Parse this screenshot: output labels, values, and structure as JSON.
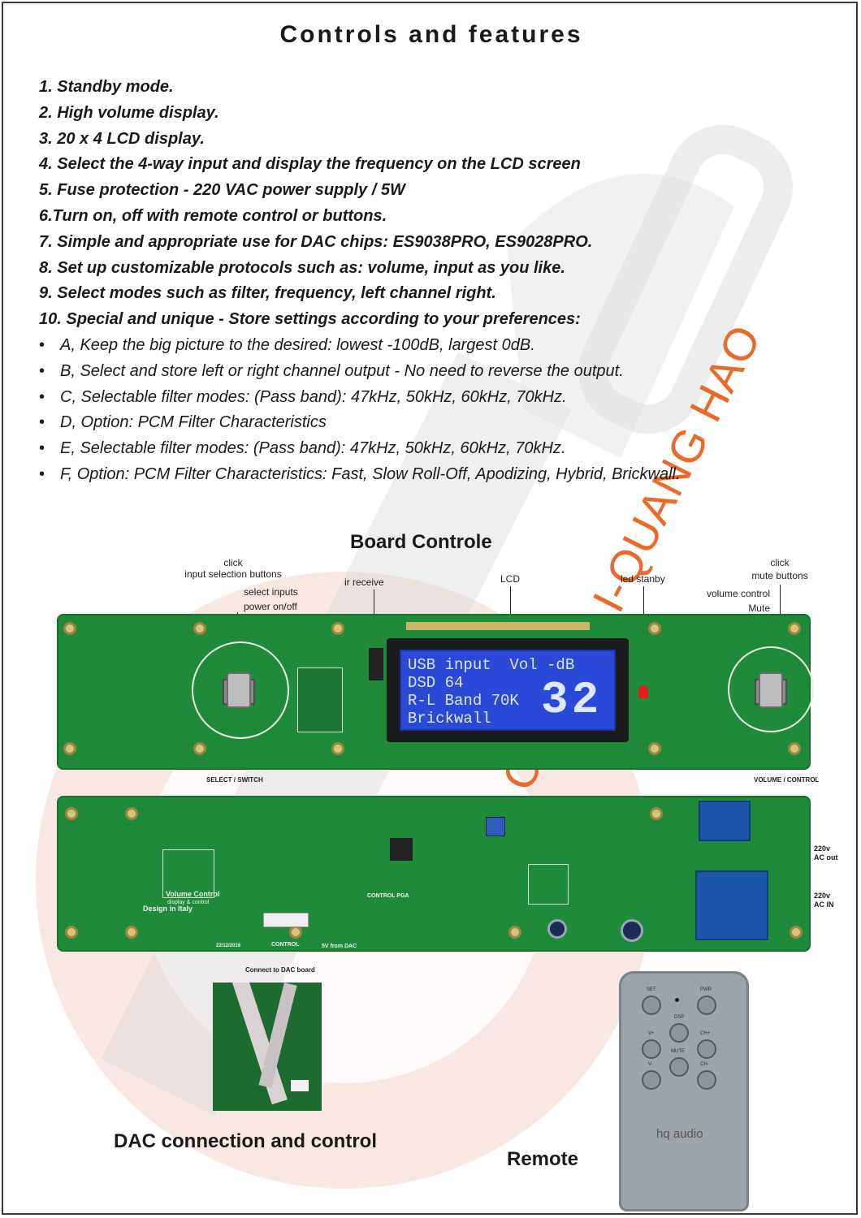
{
  "title": "Controls and features",
  "features": [
    "1. Standby mode.",
    "2. High volume display.",
    "3. 20 x 4 LCD display.",
    "4. Select the 4-way input and display the frequency on the LCD screen",
    "5. Fuse protection -  220 VAC power supply / 5W",
    "6.Turn on, off with remote control or buttons.",
    "7. Simple and appropriate use for DAC chips: ES9038PRO, ES9028PRO.",
    "8. Set up customizable protocols such as: volume, input as you like.",
    "9. Select modes such as filter, frequency, left channel right.",
    "10. Special and unique - Store settings according to your preferences:"
  ],
  "sub_features": [
    "A, Keep the big picture to the desired: lowest -100dB, largest 0dB.",
    "B, Select and store left or right channel output - No need to reverse the output.",
    "C, Selectable filter modes: (Pass band): 47kHz, 50kHz, 60kHz, 70kHz.",
    "D, Option: PCM Filter Characteristics",
    "E, Selectable filter modes: (Pass band): 47kHz, 50kHz, 60kHz, 70kHz.",
    "F, Option: PCM Filter Characteristics: Fast, Slow Roll-Off, Apodizing, Hybrid, Brickwall."
  ],
  "watermark": "CIUFFOLI-QUANG HAO",
  "board": {
    "title": "Board Controle",
    "click_left": "click",
    "input_buttons": "input selection buttons",
    "select_inputs": "select inputs",
    "power_on_off": "power on/off",
    "ir_receive": "ir receive",
    "lcd": "LCD",
    "led_standby": "led stanby",
    "click_right": "click",
    "mute_buttons": "mute buttons",
    "volume_control": "volume control",
    "mute": "Mute",
    "select_switch": "SELECT / SWITCH",
    "volume_control_caps": "VOLUME / CONTROL",
    "ac_out": "220v\nAC out",
    "ac_in": "220v\nAC IN"
  },
  "lcd_lines": [
    "USB input  Vol -dB",
    "DSD 64",
    "R-L Band 70K",
    "Brickwall"
  ],
  "lcd_volume": "32",
  "pcb2": {
    "module_name": "Volume Control",
    "module_sub": "display & control",
    "design": "Design in Italy",
    "control": "CONTROL",
    "five_v": "5V from DAC",
    "control_pga": "CONTROL PGA",
    "date": "22/12/2016"
  },
  "connect_label": "Connect to DAC board",
  "dac_caption": "DAC connection and control",
  "remote_caption": "Remote",
  "remote": {
    "set": "SET",
    "pwr": "PWR",
    "dsp": "DSP",
    "v_plus": "V+",
    "ch_plus": "CH+",
    "mute": "MUTE",
    "v_minus": "V-",
    "ch_minus": "CH-",
    "logo": "hq audio"
  }
}
